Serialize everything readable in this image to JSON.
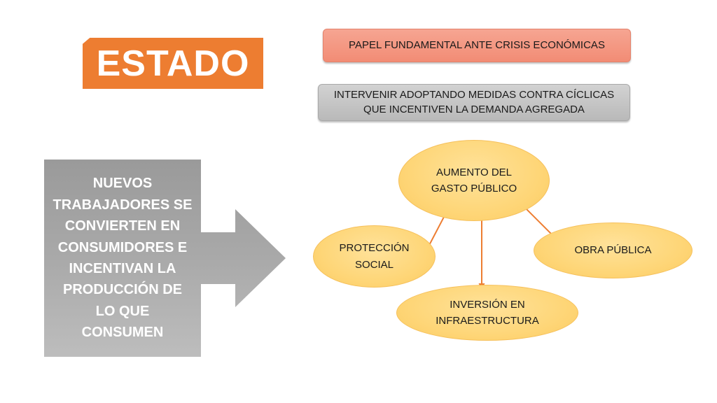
{
  "title": "ESTADO",
  "top_boxes": {
    "role": "PAPEL FUNDAMENTAL ANTE CRISIS ECONÓMICAS",
    "intervene_line1": "INTERVENIR ADOPTANDO MEDIDAS CONTRA CÍCLICAS",
    "intervene_line2": "QUE INCENTIVEN LA DEMANDA AGREGADA"
  },
  "arrow_lines": [
    "NUEVOS",
    "TRABAJADORES SE",
    "CONVIERTEN EN",
    "CONSUMIDORES E",
    "INCENTIVAN LA",
    "PRODUCCIÓN DE",
    "LO QUE",
    "CONSUMEN"
  ],
  "nodes": {
    "aumento": [
      "AUMENTO DEL",
      "GASTO PÚBLICO"
    ],
    "proteccion": [
      "PROTECCIÓN",
      "SOCIAL"
    ],
    "obra": [
      "OBRA PÚBLICA"
    ],
    "inversion": [
      "INVERSIÓN EN",
      "INFRAESTRUCTURA"
    ]
  },
  "colors": {
    "title_bg": "#ed7d31",
    "salmon_box": "#f4977f",
    "grey_box": "#bfbfbf",
    "arrow_grey": "#a6a6a6",
    "node_fill": "#fed678",
    "connector": "#ed7d31"
  }
}
